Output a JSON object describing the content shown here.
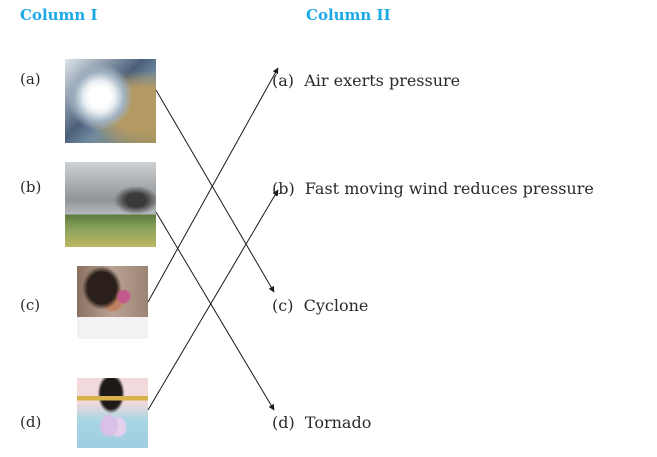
{
  "column_i": {
    "heading": "Column I",
    "items": [
      {
        "label": "(a)",
        "image": "satellite image of a cyclone"
      },
      {
        "label": "(b)",
        "image": "tornado over a field"
      },
      {
        "label": "(c)",
        "image": "girl blowing a balloon"
      },
      {
        "label": "(d)",
        "image": "boy with straw between two hanging balloons"
      }
    ]
  },
  "column_ii": {
    "heading": "Column II",
    "items": [
      {
        "label": "(a)",
        "text": "Air exerts pressure"
      },
      {
        "label": "(b)",
        "text": "Fast moving wind reduces pressure"
      },
      {
        "label": "(c)",
        "text": "Cyclone"
      },
      {
        "label": "(d)",
        "text": "Tornado"
      }
    ]
  },
  "matches": [
    {
      "from": "(a)",
      "to": "(c)"
    },
    {
      "from": "(b)",
      "to": "(d)"
    },
    {
      "from": "(c)",
      "to": "(a)"
    },
    {
      "from": "(d)",
      "to": "(b)"
    }
  ],
  "colors": {
    "heading": "#1ba9e6",
    "text": "#2a2a2a",
    "line": "#1a1a1a"
  }
}
